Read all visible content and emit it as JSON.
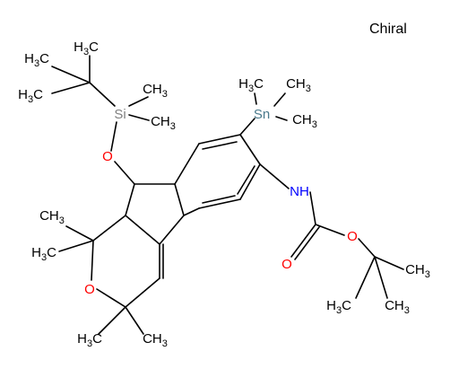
{
  "annotation": "Chiral",
  "colors": {
    "bond": "#000000",
    "carbon_label": "#000000",
    "oxygen": "#ff0000",
    "nitrogen": "#0000ff",
    "silicon": "#808080",
    "tin": "#4a7a8c"
  },
  "labels": {
    "si": "Si",
    "sn": "Sn",
    "o_silyl_ether": "O",
    "o_pyran": "O",
    "o_carbonyl": "O",
    "o_ester": "O",
    "nh": "NH",
    "ch3": "CH",
    "h3c": "H",
    "c": "C",
    "sub3": "3"
  }
}
